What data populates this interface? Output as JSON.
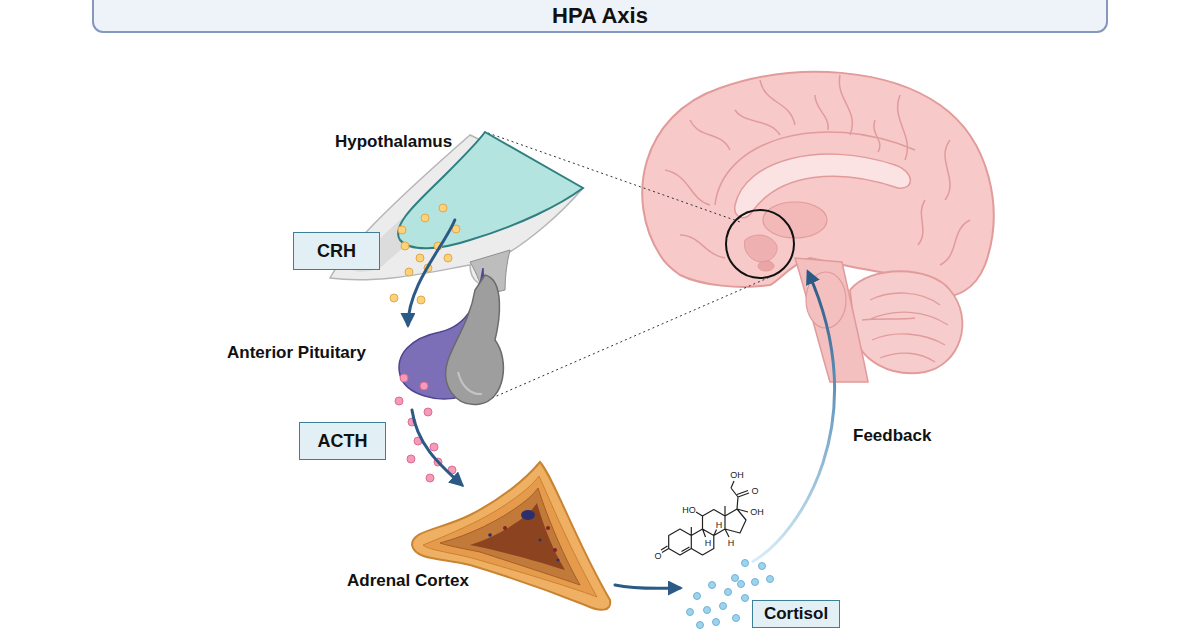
{
  "diagram": {
    "title": "HPA Axis",
    "nodes": [
      {
        "text": [
          "Hypothalamus"
        ]
      },
      {
        "text": [
          "CRH"
        ]
      },
      {
        "text": [
          "Anterior Pituitary"
        ]
      },
      {
        "text": [
          "ACTH"
        ]
      },
      {
        "text": [
          "Adrenal Cortex"
        ]
      },
      {
        "text": [
          "Cortisol"
        ]
      }
    ],
    "edges": [
      {
        "from": 0,
        "to": 2,
        "arrow": "to"
      },
      {
        "from": 2,
        "to": 4,
        "arrow": "to"
      },
      {
        "from": 4,
        "to": 5,
        "arrow": "to"
      }
    ],
    "labels": [
      "Feedback",
      "OH",
      "O",
      "OH",
      "HO",
      "H",
      "H",
      "H",
      "O"
    ]
  }
}
